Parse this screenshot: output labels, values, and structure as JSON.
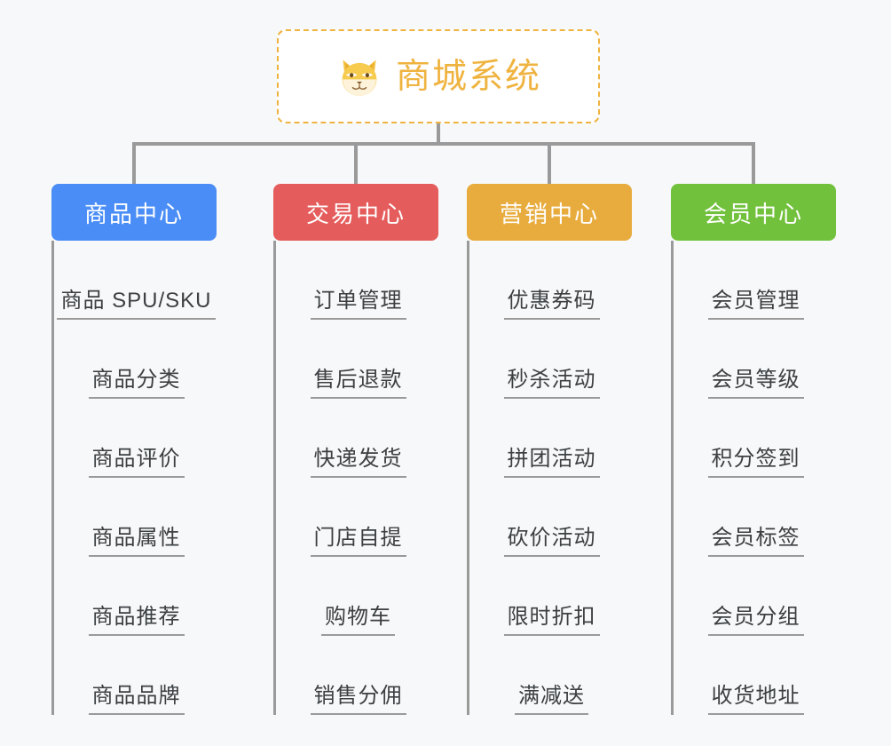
{
  "diagram": {
    "title": "商城系统",
    "root": {
      "label": "商城系统",
      "icon": "shiba-dog-face-icon",
      "border_color": "#efb340",
      "text_color": "#efb340",
      "background": "#ffffff"
    },
    "background": "#f7f8f9",
    "connector_color": "#9a9a9a",
    "leaf_text_color": "#3c4043",
    "branches": [
      {
        "label": "商品中心",
        "color": "#4a8df6",
        "color_name": "blue",
        "items": [
          "商品 SPU/SKU",
          "商品分类",
          "商品评价",
          "商品属性",
          "商品推荐",
          "商品品牌"
        ]
      },
      {
        "label": "交易中心",
        "color": "#e55c5c",
        "color_name": "red",
        "items": [
          "订单管理",
          "售后退款",
          "快递发货",
          "门店自提",
          "购物车",
          "销售分佣"
        ]
      },
      {
        "label": "营销中心",
        "color": "#e8ac3e",
        "color_name": "orange",
        "items": [
          "优惠券码",
          "秒杀活动",
          "拼团活动",
          "砍价活动",
          "限时折扣",
          "满减送"
        ]
      },
      {
        "label": "会员中心",
        "color": "#72c13d",
        "color_name": "green",
        "items": [
          "会员管理",
          "会员等级",
          "积分签到",
          "会员标签",
          "会员分组",
          "收货地址"
        ]
      }
    ]
  }
}
